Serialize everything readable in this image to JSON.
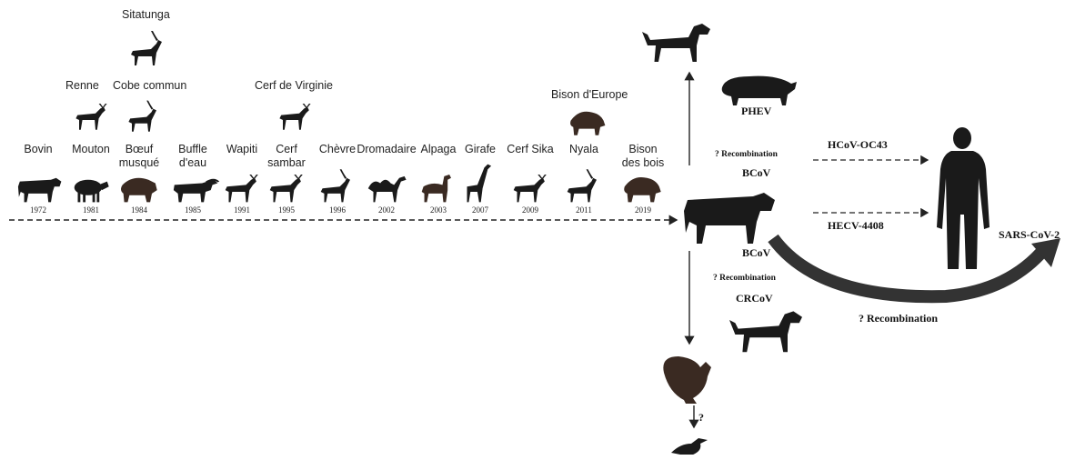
{
  "timeline": {
    "species": [
      {
        "label": [
          "Bovin"
        ],
        "year": "1972"
      },
      {
        "label": [
          "Mouton"
        ],
        "year": "1981"
      },
      {
        "label": [
          "Bœuf",
          "musqué"
        ],
        "year": "1984"
      },
      {
        "label": [
          "Buffle",
          "d'eau"
        ],
        "year": "1985"
      },
      {
        "label": [
          "Wapiti"
        ],
        "year": "1991"
      },
      {
        "label": [
          "Cerf",
          "sambar"
        ],
        "year": "1995"
      },
      {
        "label": [
          "Chèvre"
        ],
        "year": "1996"
      },
      {
        "label": [
          "Dromadaire"
        ],
        "year": "2002"
      },
      {
        "label": [
          "Alpaga"
        ],
        "year": "2003"
      },
      {
        "label": [
          "Girafe"
        ],
        "year": "2007"
      },
      {
        "label": [
          "Cerf Sika"
        ],
        "year": "2009"
      },
      {
        "label": [
          "Nyala"
        ],
        "year": "2011"
      },
      {
        "label": [
          "Bison",
          "des bois"
        ],
        "year": "2019"
      }
    ],
    "upper_species": {
      "sitatunga": "Sitatunga",
      "renne": "Renne",
      "cobe": "Cobe commun",
      "cerf_virginie": "Cerf de Virginie",
      "bison_europe": "Bison d'Europe"
    }
  },
  "right": {
    "phev": "PHEV",
    "recombination_top": "? Recombination",
    "bcov_top": "BCoV",
    "bcov_bottom": "BCoV",
    "recombination_mid": "? Recombination",
    "crcov": "CRCoV",
    "hcov_oc43": "HCoV-OC43",
    "hecv": "HECV-4408",
    "sars": "SARS-CoV-2",
    "recombination_curve": "? Recombination",
    "question_bird": "?"
  },
  "icons": [
    "cow-icon",
    "sheep-icon",
    "muskox-icon",
    "buffalo-icon",
    "elk-icon",
    "sambar-icon",
    "goat-icon",
    "camel-icon",
    "alpaca-icon",
    "giraffe-icon",
    "sika-deer-icon",
    "nyala-icon",
    "bison-icon",
    "sitatunga-icon",
    "reindeer-icon",
    "waterbuck-icon",
    "white-tailed-deer-icon",
    "european-bison-icon",
    "dog-icon",
    "pig-icon",
    "turkey-icon",
    "bird-icon",
    "human-icon"
  ]
}
